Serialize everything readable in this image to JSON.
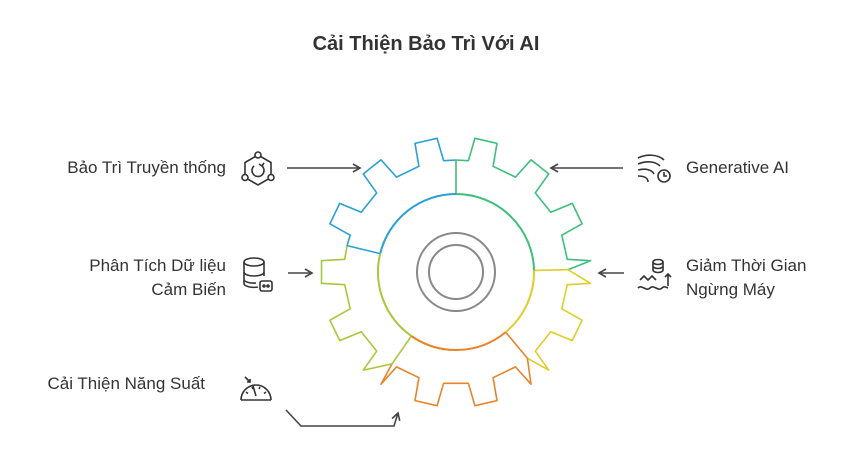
{
  "title": "Cải Thiện Bảo Trì Với AI",
  "items": [
    {
      "id": "traditional-maintenance",
      "label": "Bảo Trì Truyền thống",
      "icon": "cycle-icon",
      "color": "#2aa0d6"
    },
    {
      "id": "sensor-analysis",
      "label_line1": "Phân Tích Dữ liệu",
      "label_line2": "Cảm Biến",
      "icon": "database-bot-icon",
      "color": "#a6c83a"
    },
    {
      "id": "productivity",
      "label": "Cải Thiện Năng Suất",
      "icon": "gauge-icon",
      "color": "#e8832a"
    },
    {
      "id": "generative-ai",
      "label": "Generative AI",
      "icon": "wind-gauge-icon",
      "color": "#3cbf7a"
    },
    {
      "id": "downtime-reduction",
      "label_line1": "Giảm Thời Gian",
      "label_line2": "Ngừng Máy",
      "icon": "flood-icon",
      "color": "#e0cc2a"
    }
  ],
  "colors": {
    "text": "#333333",
    "arrow": "#444444",
    "inner_circle": "#888888"
  }
}
